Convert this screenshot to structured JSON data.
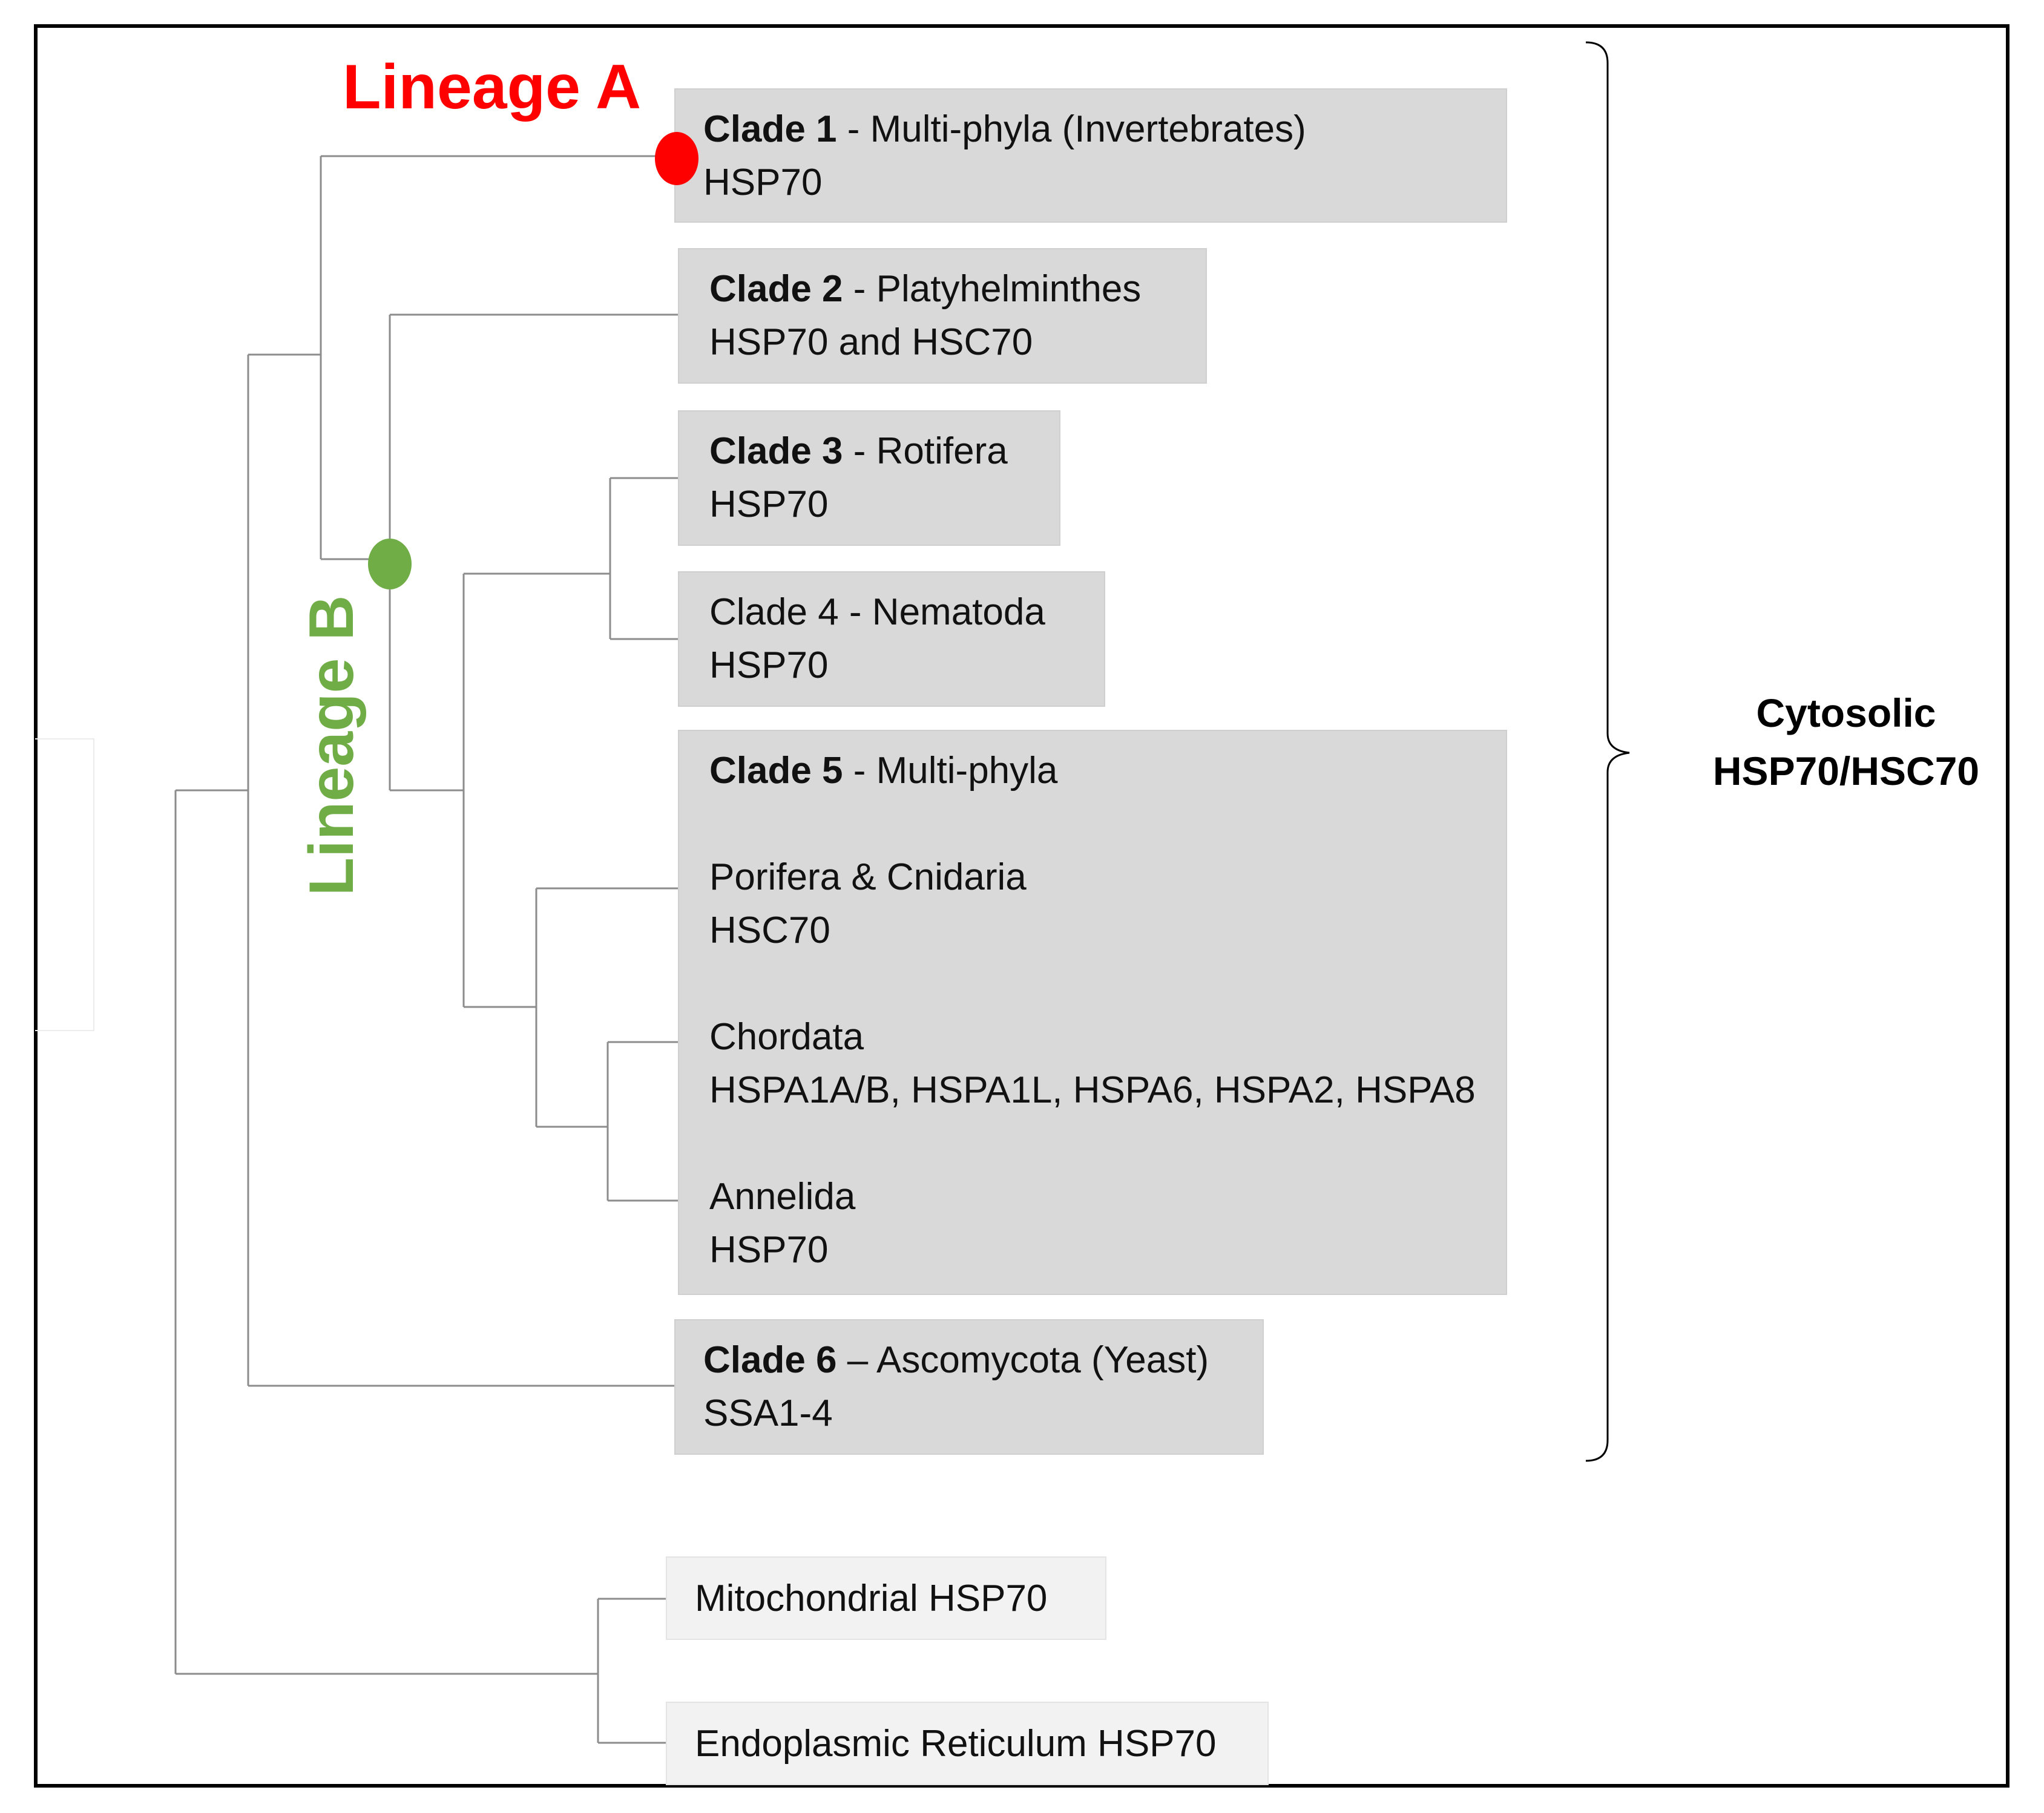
{
  "lineage_a": {
    "label": "Lineage A",
    "color": "#ff0000"
  },
  "lineage_b": {
    "label": "Lineage B",
    "color": "#70ad47"
  },
  "clades": [
    {
      "bold": "Clade 1",
      "rest": " - Multi-phyla (Invertebrates)",
      "line2": "HSP70"
    },
    {
      "bold": "Clade 2",
      "rest": " - Platyhelminthes",
      "line2": "HSP70 and HSC70"
    },
    {
      "bold": "Clade 3",
      "rest": " - Rotifera",
      "line2": "HSP70"
    },
    {
      "bold": "",
      "rest": "Clade 4 - Nematoda",
      "line2": "HSP70"
    },
    {
      "bold": "Clade 5",
      "rest": " - Multi-phyla",
      "groups": [
        {
          "name": "Porifera & Cnidaria",
          "proteins": "HSC70"
        },
        {
          "name": "Chordata",
          "proteins": "HSPA1A/B, HSPA1L, HSPA6, HSPA2, HSPA8"
        },
        {
          "name": "Annelida",
          "proteins": "HSP70"
        }
      ]
    },
    {
      "bold": "Clade 6",
      "rest": " – Ascomycota (Yeast)",
      "line2": "SSA1-4"
    }
  ],
  "outgroups": [
    "Mitochondrial HSP70",
    "Endoplasmic Reticulum HSP70"
  ],
  "bracket_label": {
    "line1": "Cytosolic",
    "line2": "HSP70/HSC70"
  },
  "colors": {
    "clade_fill": "#d9d9d9",
    "outgroup_fill": "#f2f2f2",
    "tree_line": "#8c8c8c"
  }
}
